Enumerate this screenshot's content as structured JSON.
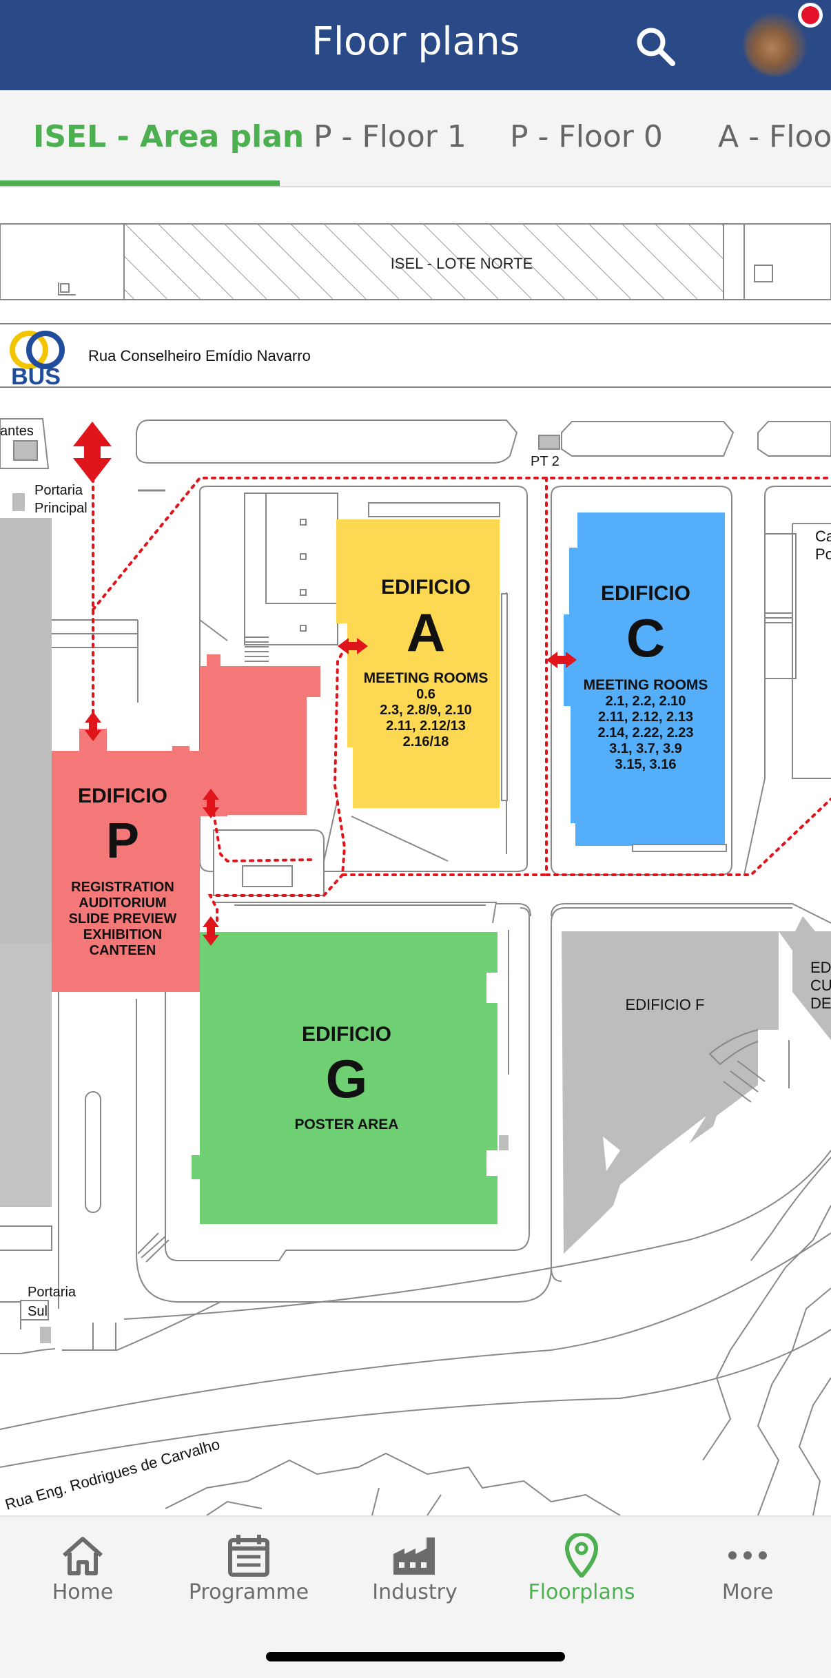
{
  "header": {
    "title": "Floor plans",
    "search_icon": "search-icon",
    "has_notification": true
  },
  "tabs": [
    {
      "label": "ISEL - Area plan",
      "active": true
    },
    {
      "label": "P - Floor 1",
      "active": false
    },
    {
      "label": "P - Floor 0",
      "active": false
    },
    {
      "label": "A - Floor",
      "active": false
    }
  ],
  "map": {
    "lote_norte": "ISEL - LOTE NORTE",
    "bus_logo_text": "BUS",
    "street_top": "Rua Conselheiro Emídio Navarro",
    "street_bottom": "Rua Eng. Rodrigues de Carvalho",
    "pt2": "PT 2",
    "antes": "antes",
    "portaria_principal_1": "Portaria",
    "portaria_principal_2": "Principal",
    "portaria_sul_1": "Portaria",
    "portaria_sul_2": "Sul",
    "edificio_f": "EDIFICIO F",
    "right_edge_top_1": "Ca",
    "right_edge_top_2": "Po",
    "right_edge_mid_1": "ED",
    "right_edge_mid_2": "CU",
    "right_edge_mid_3": "DE",
    "building_a": {
      "word": "EDIFICIO",
      "letter": "A",
      "subtitle": "MEETING ROOMS",
      "lines": [
        "0.6",
        "2.3, 2.8/9, 2.10",
        "2.11, 2.12/13",
        "2.16/18"
      ],
      "color": "#fdd853"
    },
    "building_c": {
      "word": "EDIFICIO",
      "letter": "C",
      "subtitle": "MEETING ROOMS",
      "lines": [
        "2.1, 2.2, 2.10",
        "2.11, 2.12, 2.13",
        "2.14, 2.22, 2.23",
        "3.1, 3.7, 3.9",
        "3.15, 3.16"
      ],
      "color": "#54aefa"
    },
    "building_p": {
      "word": "EDIFICIO",
      "letter": "P",
      "lines": [
        "REGISTRATION",
        "AUDITORIUM",
        "SLIDE PREVIEW",
        "EXHIBITION",
        "CANTEEN"
      ],
      "color": "#f47878"
    },
    "building_g": {
      "word": "EDIFICIO",
      "letter": "G",
      "subtitle": "POSTER AREA",
      "color": "#6fd073"
    }
  },
  "tabbar": [
    {
      "label": "Home",
      "icon": "home-icon",
      "active": false
    },
    {
      "label": "Programme",
      "icon": "calendar-icon",
      "active": false
    },
    {
      "label": "Industry",
      "icon": "factory-icon",
      "active": false
    },
    {
      "label": "Floorplans",
      "icon": "map-pin-icon",
      "active": true
    },
    {
      "label": "More",
      "icon": "more-icon",
      "active": false
    }
  ],
  "colors": {
    "header": "#2a4a87",
    "accent": "#4caf50",
    "route": "#e0141b"
  }
}
